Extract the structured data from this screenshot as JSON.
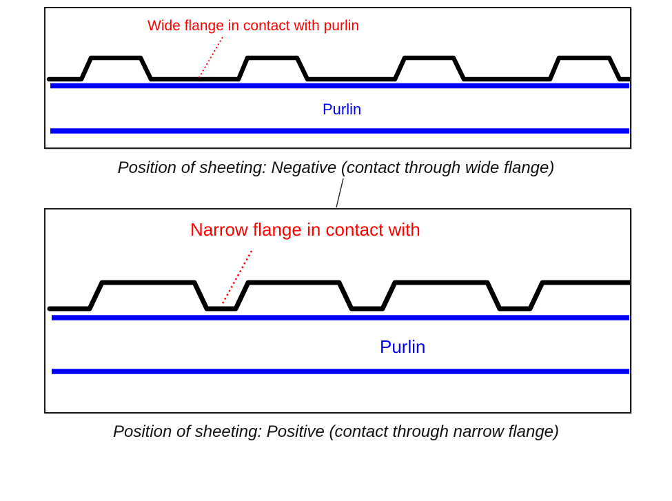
{
  "colors": {
    "annotation_red": "#ff0000",
    "purlin_blue": "#0000ff",
    "sheeting_black": "#000000",
    "connector_gray": "#222222"
  },
  "panel_negative": {
    "annotation": "Wide flange in contact with purlin",
    "purlin_label": "Purlin",
    "caption": "Position of sheeting: Negative (contact through wide flange)"
  },
  "panel_positive": {
    "annotation": "Narrow flange in contact with",
    "purlin_label": "Purlin",
    "caption": "Position of sheeting: Positive (contact through narrow flange)"
  }
}
